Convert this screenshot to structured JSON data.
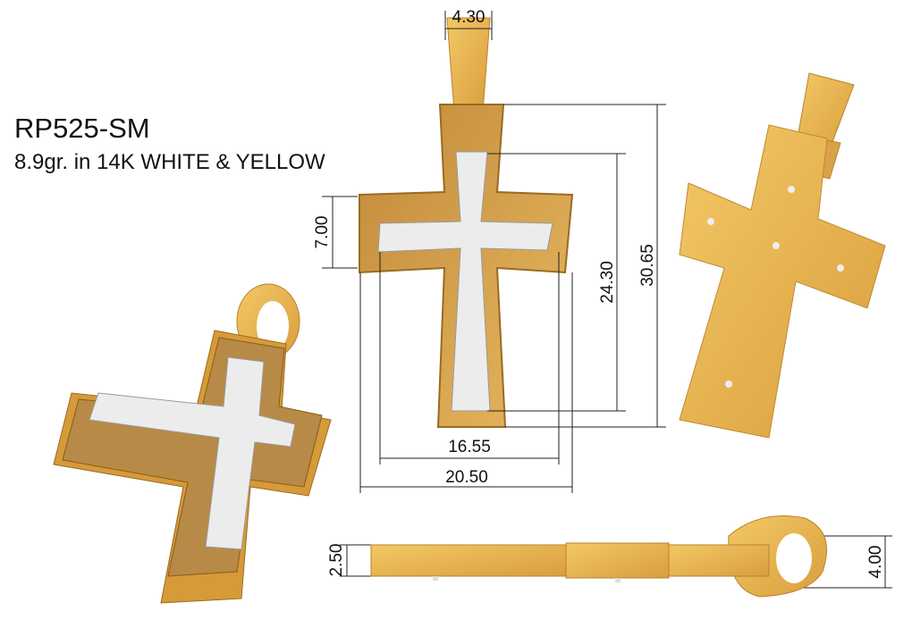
{
  "product": {
    "code": "RP525-SM",
    "description": "8.9gr.  in 14K  WHITE & YELLOW"
  },
  "dimensions": {
    "bail_width": "4.30",
    "arm_height": "7.00",
    "inner_height": "24.30",
    "total_height": "30.65",
    "inner_width": "16.55",
    "total_width": "20.50",
    "thickness": "2.50",
    "bail_depth": "4.00"
  },
  "colors": {
    "gold": "#e8b24c",
    "gold_dark": "#b9822a",
    "white_gold": "#ececec"
  }
}
